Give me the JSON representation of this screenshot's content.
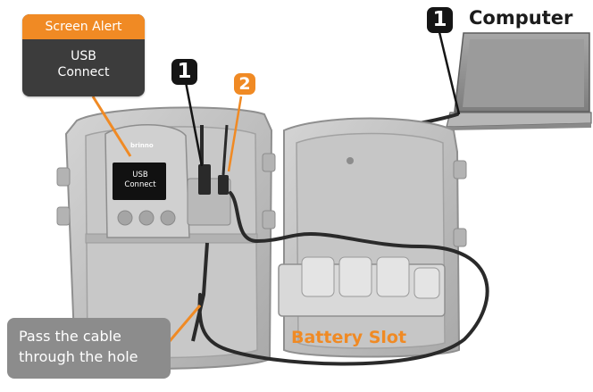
{
  "screen_alert": {
    "title": "Screen Alert",
    "line1": "USB",
    "line2": "Connect"
  },
  "device_screen": {
    "line1": "USB",
    "line2": "Connect",
    "brand": "brinno"
  },
  "callouts": {
    "step1_cable": "1",
    "step2_port": "2",
    "step1_computer": "1"
  },
  "labels": {
    "computer": "Computer",
    "battery_slot": "Battery Slot",
    "pass_cable_line1": "Pass the cable",
    "pass_cable_line2": "through the hole"
  },
  "colors": {
    "accent_orange": "#f08a24",
    "dark_box": "#3c3c3c",
    "grey_box": "#8c8c8c",
    "housing_grey": "#bdbdbd",
    "cable_dark": "#2a2a2a"
  }
}
